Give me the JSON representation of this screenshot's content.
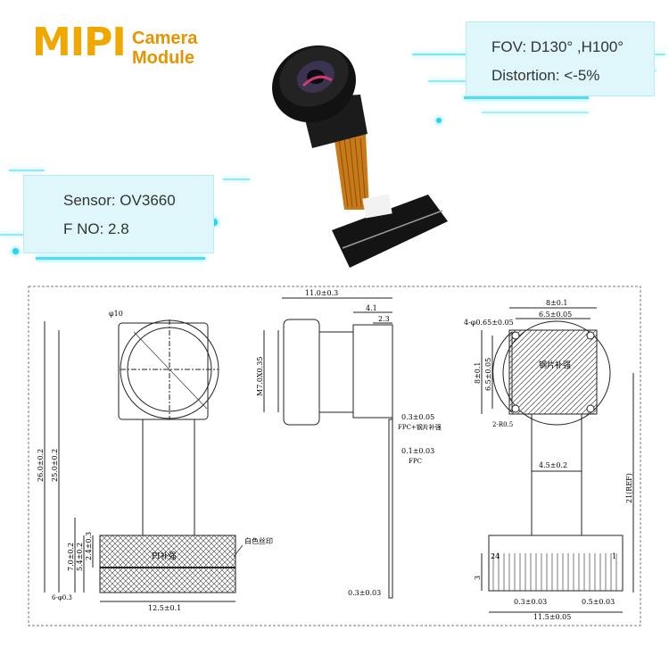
{
  "title": {
    "brand": "MIPI",
    "line1": "Camera",
    "line2": "Module"
  },
  "specs": {
    "fov": "FOV: D130°  ,H100°",
    "distortion": "Distortion: <-5%",
    "sensor": "Sensor: OV3660",
    "fno": "F NO: 2.8"
  },
  "drawing": {
    "front": {
      "dia": "φ10",
      "h_total": "26.0±0.2",
      "h_body": "25.0±0.2",
      "h_7": "7.0±0.2",
      "h_54": "5.4±0.2",
      "h_24": "2.4±0.3",
      "h_6": "6-φ0.3",
      "width": "12.5±0.1",
      "pi_label": "PI补强",
      "silk_label": "白色丝印"
    },
    "side": {
      "w_total": "11.0±0.3",
      "w_41": "4.1",
      "w_23": "2.3",
      "thread": "M7.0X0.35",
      "fpc_stiff_val": "0.3±0.05",
      "fpc_stiff_label": "FPC+钢片补强",
      "fpc_val": "0.1±0.03",
      "fpc_label": "FPC",
      "bottom": "0.3±0.03"
    },
    "back": {
      "w_8": "8±0.1",
      "w_65": "6.5±0.05",
      "holes": "4-φ0.65±0.05",
      "h_8": "8±0.1",
      "h_65": "6.5±0.05",
      "steel_label": "钢片补强",
      "r_05": "2-R0.5",
      "neck": "4.5±0.2",
      "ref": "21(REF)",
      "pin24": "24",
      "pin1": "1",
      "h_3": "3",
      "pitch": "0.3±0.03",
      "pad": "0.5±0.03",
      "conn_w": "11.5±0.05"
    }
  }
}
